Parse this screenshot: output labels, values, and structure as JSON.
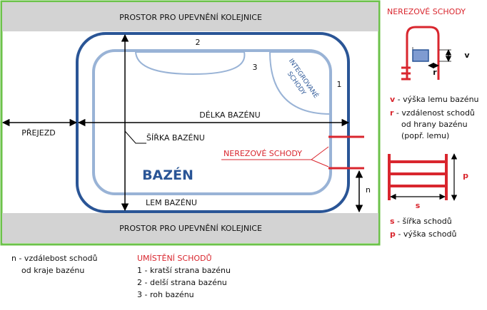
{
  "main": {
    "rail_top": "PROSTOR PRO UPEVNĚNÍ KOLEJNICE",
    "rail_bottom": "PROSTOR PRO UPEVNĚNÍ KOLEJNICE",
    "pool": "BAZÉN",
    "length": "DÉLKA BAZÉNU",
    "width": "ŠÍŘKA BAZÉNU",
    "rim": "LEM BAZÉNU",
    "crossing": "PŘEJEZD",
    "stairs": "NEREZOVÉ SCHODY",
    "integrated_1": "INTEGROVANÉ",
    "integrated_2": "SCHODY",
    "n": "n",
    "pos1": "1",
    "pos2": "2",
    "pos3": "3"
  },
  "side": {
    "title": "NEREZOVÉ SCHODY",
    "v": "v",
    "r": "r",
    "p": "p",
    "s": "s",
    "legend_v_key": "v",
    "legend_v": " - výška lemu bazénu",
    "legend_r_key": "r",
    "legend_r1": " - vzdálenost schodů",
    "legend_r2": "od hrany bazénu",
    "legend_r3": "(popř. lemu)",
    "legend_s_key": "s",
    "legend_s": " - šířka schodů",
    "legend_p_key": "p",
    "legend_p": " - výška schodů"
  },
  "bottom": {
    "n_line1": "n - vzdálebost schodů",
    "n_line2": "od kraje bazénu",
    "placement_title": "UMÍSTĚNÍ SCHODŮ",
    "placement_1": "1 - kratší strana bazénu",
    "placement_2": "2 - delší strana bazénu",
    "placement_3": "3 - roh bazénu"
  },
  "colors": {
    "frame": "#6cc24a",
    "band": "#d3d3d3",
    "outer_pool": "#2a5596",
    "inner_pool": "#99b3d6",
    "accent": "#d9262e"
  }
}
